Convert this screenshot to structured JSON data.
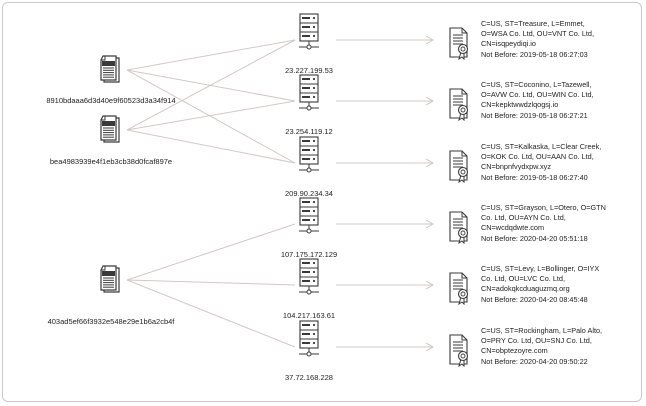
{
  "files": [
    {
      "hash": "8910bdaaa6d3d40e9f60523d3a34f914"
    },
    {
      "hash": "bea4983939e4f1eb3cb38d0fcaf897e"
    },
    {
      "hash": "403ad5ef66f3932e548e29e1b6a2cb4f"
    }
  ],
  "servers": [
    {
      "ip": "23.227.199.53"
    },
    {
      "ip": "23.254.119.12"
    },
    {
      "ip": "209.90.234.34"
    },
    {
      "ip": "107.175.172.129"
    },
    {
      "ip": "104.217.163.61"
    },
    {
      "ip": "37.72.168.228"
    }
  ],
  "certificates": [
    {
      "lines": [
        "C=US, ST=Treasure, L=Emmet,",
        "O=WSA Co. Ltd, OU=VNT Co. Ltd,",
        "CN=isqpeydiqi.io",
        "Not Before: 2019-05-18 06:27:03"
      ]
    },
    {
      "lines": [
        "C=US, ST=Coconino, L=Tazewell,",
        "O=AVW Co. Ltd, OU=WIN Co. Ltd,",
        "CN=kepktwwdzlqogsj.io",
        "Not Before: 2019-05-18 06:27:21"
      ]
    },
    {
      "lines": [
        "C=US, ST=Kalkaska, L=Clear Creek,",
        "O=KOK Co. Ltd, OU=AAN Co. Ltd,",
        "CN=bnpnfvydxpw.xyz",
        "Not Before: 2019-05-18 06:27:40"
      ]
    },
    {
      "lines": [
        "C=US, ST=Grayson, L=Otero, O=GTN",
        "Co. Ltd, OU=AYN Co. Ltd,",
        "CN=wcdqdwte.com",
        "Not Before: 2020-04-20 05:51:18"
      ]
    },
    {
      "lines": [
        "C=US, ST=Levy, L=Bollinger, O=IYX",
        "Co. Ltd, OU=LVC Co. Ltd,",
        "CN=adokqkcduaguzmq.org",
        "Not Before: 2020-04-20 08:45:48"
      ]
    },
    {
      "lines": [
        "C=US, ST=Rockingham, L=Palo Alto,",
        "O=PRY Co. Ltd, OU=SNJ Co. Ltd,",
        "CN=obptezoyre.com",
        "Not Before: 2020-04-20 09:50:22"
      ]
    }
  ],
  "links": [
    [
      0,
      0
    ],
    [
      0,
      1
    ],
    [
      0,
      2
    ],
    [
      1,
      0
    ],
    [
      1,
      1
    ],
    [
      1,
      2
    ],
    [
      2,
      3
    ],
    [
      2,
      4
    ],
    [
      2,
      5
    ]
  ],
  "colors": {
    "line": "#d2c8c4",
    "icon": "#3a3a3a",
    "icon_fill": "#ffffff"
  },
  "icons": {
    "file": "file-icon",
    "server": "server-icon",
    "certificate": "certificate-icon"
  }
}
